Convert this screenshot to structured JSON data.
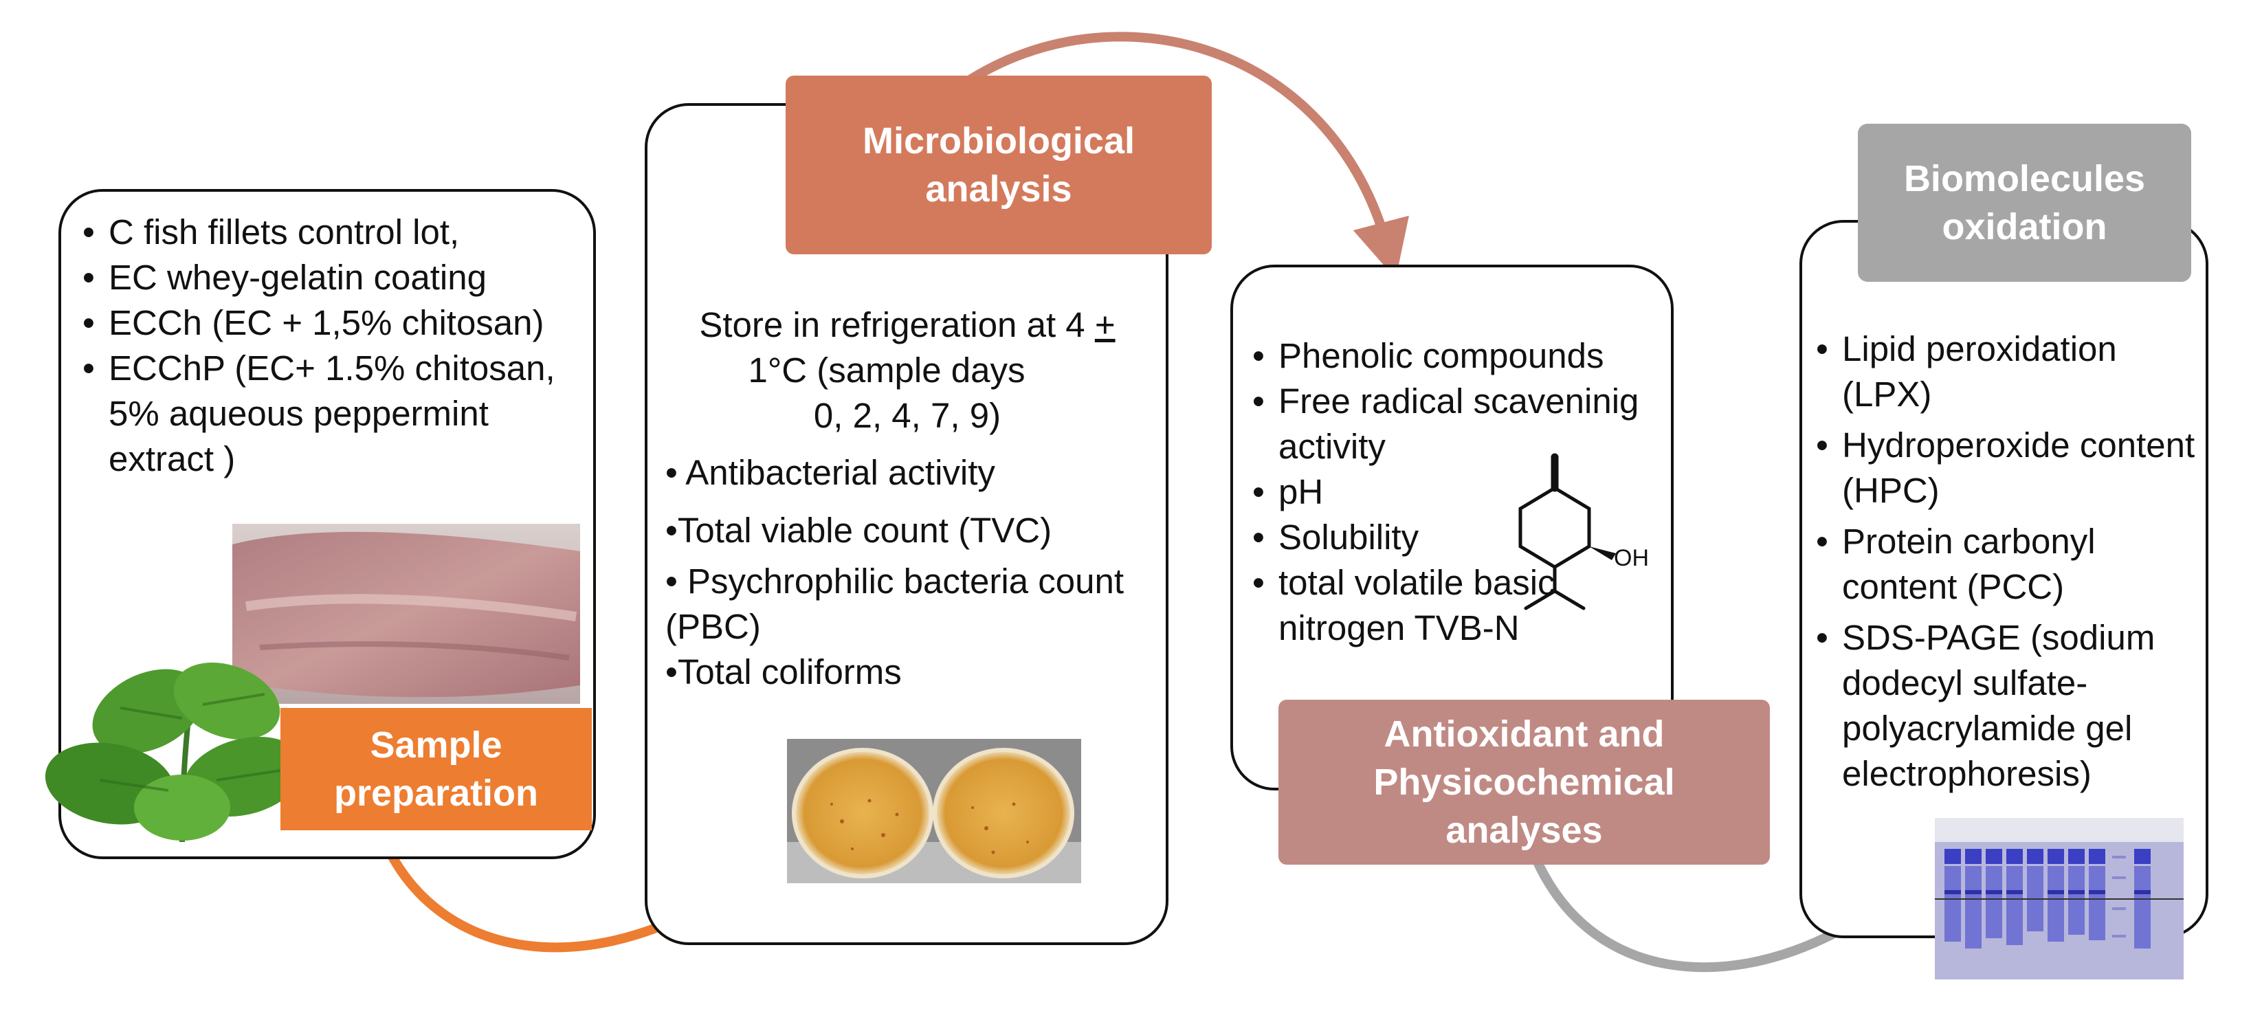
{
  "sample_preparation": {
    "label": "Sample preparation",
    "items": [
      "C fish fillets control lot,",
      "EC whey-gelatin coating",
      "ECCh (EC + 1,5% chitosan)",
      "ECChP (EC+ 1.5% chitosan, 5% aqueous peppermint extract )"
    ]
  },
  "microbiological": {
    "label": "Microbiological analysis",
    "storage_pre": "Store in refrigeration at 4 ",
    "storage_pm": "+",
    "storage_line2": "1°C  (sample days",
    "storage_line3": "0, 2, 4, 7, 9)",
    "items": [
      "• Antibacterial activity",
      "•Total viable count (TVC)",
      "• Psychrophilic bacteria count (PBC)",
      "•Total coliforms"
    ]
  },
  "physicochemical": {
    "label": "Antioxidant and Physicochemical analyses",
    "items": [
      "Phenolic compounds",
      "Free radical scaveninig activity",
      "pH",
      "Solubility",
      "total volatile basic nitrogen TVB-N"
    ],
    "molecule_label": "OH"
  },
  "biomolecules": {
    "label": "Biomolecules oxidation",
    "items": [
      "Lipid peroxidation (LPX)",
      "Hydroperoxide content (HPC)",
      "Protein carbonyl content (PCC)",
      "SDS-PAGE (sodium dodecyl sulfate-polyacrylamide gel electrophoresis)"
    ]
  },
  "colors": {
    "sample": "#ED7D31",
    "micro": "#D47A5C",
    "antiox": "#C08A84",
    "bio": "#A6A6A6",
    "arrow_sample": "#ED7D31",
    "arrow_micro": "#C9826F",
    "arrow_antiox": "#A6A6A6",
    "arrow_bio": "#A6A6A6"
  }
}
